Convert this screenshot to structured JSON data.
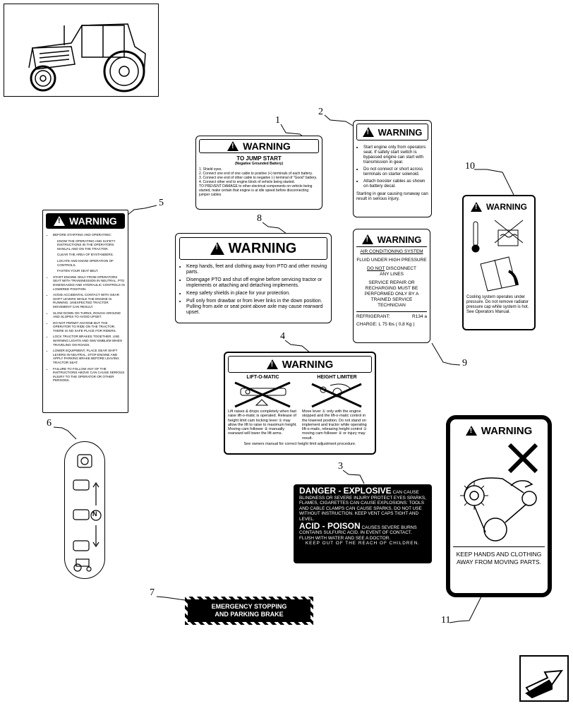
{
  "callouts": [
    "1",
    "2",
    "3",
    "4",
    "5",
    "6",
    "7",
    "8",
    "9",
    "10",
    "11"
  ],
  "decal1": {
    "header": "WARNING",
    "title": "TO JUMP START",
    "subtitle": "(Negative Grounded Battery)",
    "lines": [
      "1. Shield eyes.",
      "2. Connect one end of one cable to positive (+) terminals of each battery.",
      "3. Connect one end of other cable to negative (-) terminal of \"Good\" battery.",
      "4. Connect other end to engine block of vehicle being started.",
      "TO PREVENT DAMAGE to other electrical components on vehicle being started, make certain that engine is at idle speed before disconnecting jumper cables."
    ]
  },
  "decal2": {
    "header": "WARNING",
    "items": [
      "Start engine only from operators seat. If safety start switch is bypassed engine can start with transmission in gear.",
      "Do not connect or short across terminals on starter solenoid.",
      "Attach booster cables as shown on battery decal.",
      "Starting in gear causing runaway can result in serious injury."
    ]
  },
  "decal3": {
    "danger_title": "DANGER - EXPLOSIVE",
    "danger_text": "CAN CAUSE BLINDNESS OR SEVERE INJURY PROTECT EYES SPARKS, FLAMES, CIGARETTES CAN CAUSE EXPLOSIONS: TOOLS AND CABLE CLAMPS CAN CAUSE SPARKS, DO NOT USE WITHOUT INSTRUCTION. KEEP VENT CAPS TIGHT AND LEVEL.",
    "acid_title": "ACID - POISON",
    "acid_text": "CAUSES SEVERE BURNS CONTAINS SULFURIC ACID. IN EVENT OF CONTACT. FLUSH WITH WATER AND SEE A DOCTOR.",
    "keep_out": "KEEP OUT OF THE REACH OF CHILDREN."
  },
  "decal4": {
    "header": "WARNING",
    "left_title": "LIFT-O-MATIC",
    "right_title": "HEIGHT LIMITER",
    "left_text": "Lift raises & drops completely when fast raise lift-o-matic is operated. Release of height limit cam locking lever ① may allow the lift to raise to maximum height. Moving cam follower ② manually rearward will lower the lift arms.",
    "right_text": "Move lever ① only with the engine stopped and the lift-o-matic control in the lowered position. Do not stand on implement and tractor while operating lift-o-matic, releasing height control ① moving cam follower ② or injury may result.",
    "footer": "See owners manual for correct height limit adjustment procedure."
  },
  "decal5": {
    "header": "WARNING",
    "items": [
      "BEFORE STARTING AND OPERATING:",
      "KNOW THE OPERATING AND SAFETY INSTRUCTIONS IN THE OPERATORS MANUAL AND ON THE TRACTOR.",
      "CLEAR THE AREA OF BYSTANDERS.",
      "LOCATE AND KNOW OPERATION OF CONTROLS.",
      "FASTEN YOUR SEAT BELT.",
      "START ENGINE ONLY FROM OPERATORS SEAT WITH TRANSMISSION IN NEUTRAL, PTO DISENGAGED AND HYDRAULIC CONTROLS IN LOWERED POSITION.",
      "AVOID ACCIDENTAL CONTACT WITH GEAR SHIFT LEVERS WHILE THE ENGINE IS RUNNING. UNEXPECTED TRACTOR MOVEMENT CAN RESULT.",
      "SLOW DOWN ON TURNS, ROUGH GROUND AND SLOPES TO AVOID UPSET.",
      "DO NOT PERMIT ANYONE BUT THE OPERATOR TO RIDE ON THE TRACTOR. THERE IS NO SAFE PLACE FOR RIDERS.",
      "LOCK TRACTOR BRAKES TOGETHER. USE WARNING LIGHTS AND SMV EMBLEM WHEN TRAVELING ON ROADS.",
      "LOWER EQUIPMENT, PLACE GEAR SHIFT LEVERS IN NEUTRAL, STOP ENGINE AND APPLY PARKING BRAKE BEFORE LEAVING TRACTOR SEAT.",
      "FAILURE TO FOLLOW ANY OF THE INSTRUCTIONS ABOVE CAN CAUSE SERIOUS INJURY TO THE OPERATOR OR OTHER PERSONS."
    ]
  },
  "decal6": {
    "neutral_label": "N"
  },
  "decal7": {
    "line1": "EMERGENCY STOPPING",
    "line2": "AND PARKING BRAKE"
  },
  "decal8": {
    "header": "WARNING",
    "items": [
      "Keep hands, feet and clothing away from PTO and other moving parts.",
      "Disengage PTO and shut off engine before servicing tractor or implements or attaching and detaching implements.",
      "Keep safety shields in place for your protection.",
      "Pull only from drawbar or from lever links in the down position. Pulling from axle or seat point above axle may cause rearward upset."
    ]
  },
  "decal9": {
    "header": "WARNING",
    "line1": "AIR CONDITIONING SYSTEM",
    "line2": "FLUID UNDER HIGH PRESSURE",
    "line3a": "DO NOT",
    "line3b": " DISCONNECT",
    "line4": "ANY LINES",
    "line5": "SERVICE REPAIR OR RECHARGING MUST BE PERFORMED ONLY BY A TRAINED SERVICE TECHNICIAN",
    "refrigerant_label": "REFRIGERANT:",
    "refrigerant_value": "R134 a",
    "charge": "CHARGE: L 75 lbs ( 0,8 Kg )"
  },
  "decal10": {
    "header": "WARNING",
    "text": "Cooling system operates under pressure. Do not remove radiator pressure cap while system is hot. See Operators Manual."
  },
  "decal11": {
    "header": "WARNING",
    "text": "KEEP HANDS AND CLOTHING AWAY FROM MOVING PARTS."
  },
  "colors": {
    "ink": "#000000",
    "paper": "#ffffff"
  }
}
